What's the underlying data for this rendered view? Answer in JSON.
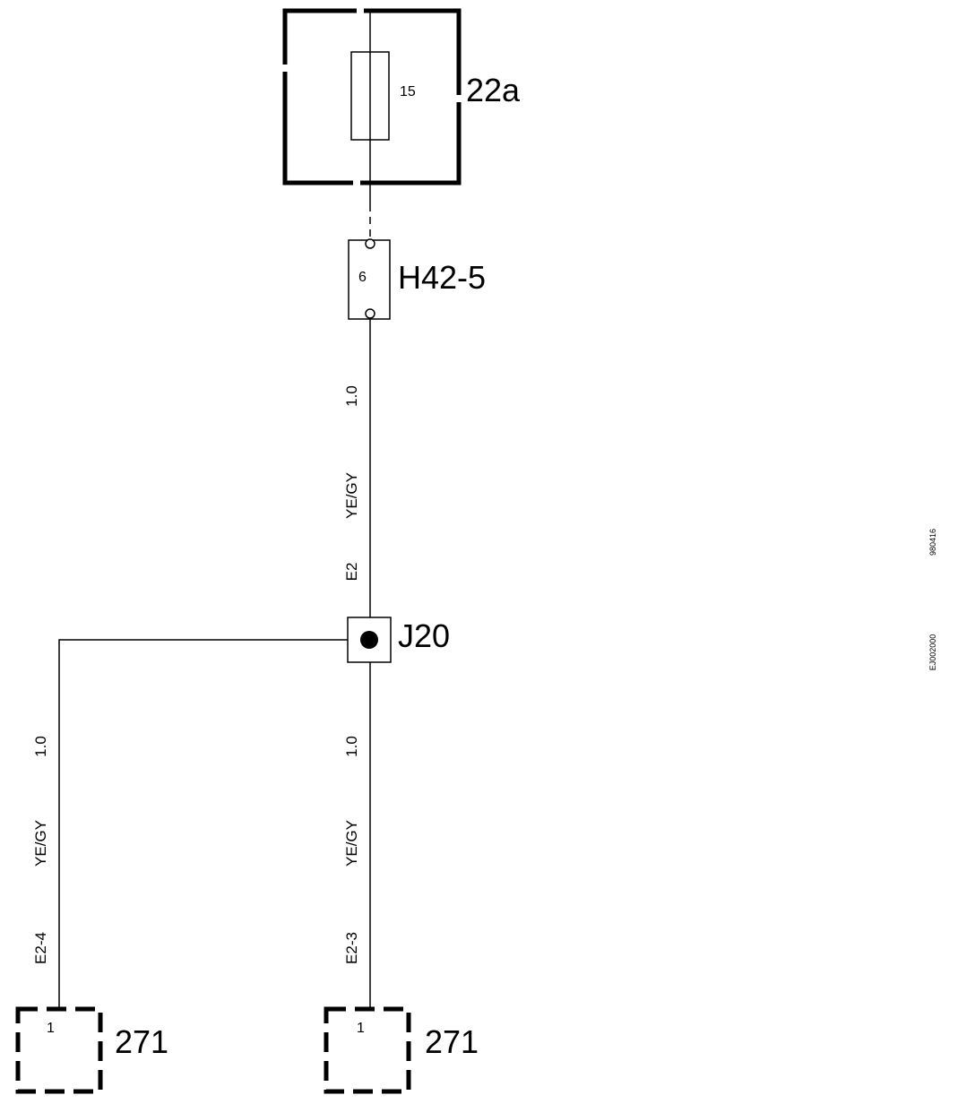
{
  "fuse_box": {
    "label": "22a",
    "fuse_number": "15"
  },
  "connector_h42": {
    "label": "H42-5",
    "pin": "6"
  },
  "splice": {
    "label": "J20"
  },
  "wire_top": {
    "gauge": "1.0",
    "color": "YE/GY",
    "circuit": "E2"
  },
  "wire_left": {
    "gauge": "1.0",
    "color": "YE/GY",
    "circuit": "E2-4"
  },
  "wire_right": {
    "gauge": "1.0",
    "color": "YE/GY",
    "circuit": "E2-3"
  },
  "component_left": {
    "label": "271",
    "pin": "1"
  },
  "component_right": {
    "label": "271",
    "pin": "1"
  },
  "side_codes": {
    "code_a": "980416",
    "code_b": "EJ002000"
  }
}
